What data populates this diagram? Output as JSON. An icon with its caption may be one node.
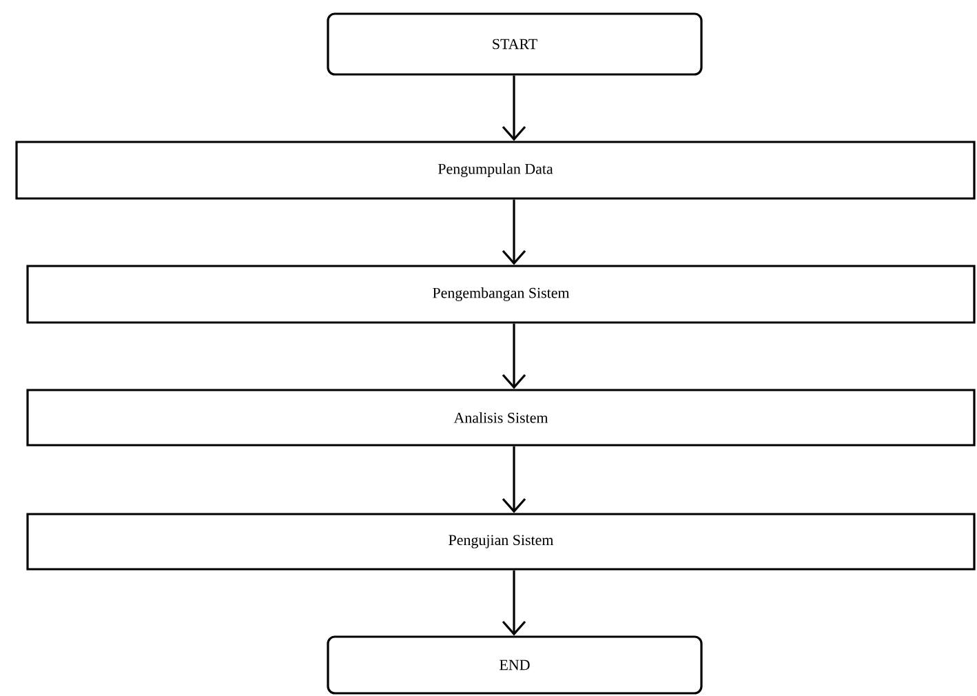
{
  "diagram": {
    "nodes": [
      {
        "text": [
          "START"
        ]
      },
      {
        "text": [
          "Pengumpulan Data"
        ]
      },
      {
        "text": [
          "Pengembangan Sistem"
        ]
      },
      {
        "text": [
          "Analisis Sistem"
        ]
      },
      {
        "text": [
          "Pengujian Sistem"
        ]
      },
      {
        "text": [
          "END"
        ]
      }
    ],
    "edges": [
      {
        "from": 0,
        "to": 1,
        "arrow": "to"
      },
      {
        "from": 1,
        "to": 2,
        "arrow": "to"
      },
      {
        "from": 2,
        "to": 3,
        "arrow": "to"
      },
      {
        "from": 3,
        "to": 4,
        "arrow": "to"
      },
      {
        "from": 4,
        "to": 5,
        "arrow": "to"
      }
    ]
  }
}
